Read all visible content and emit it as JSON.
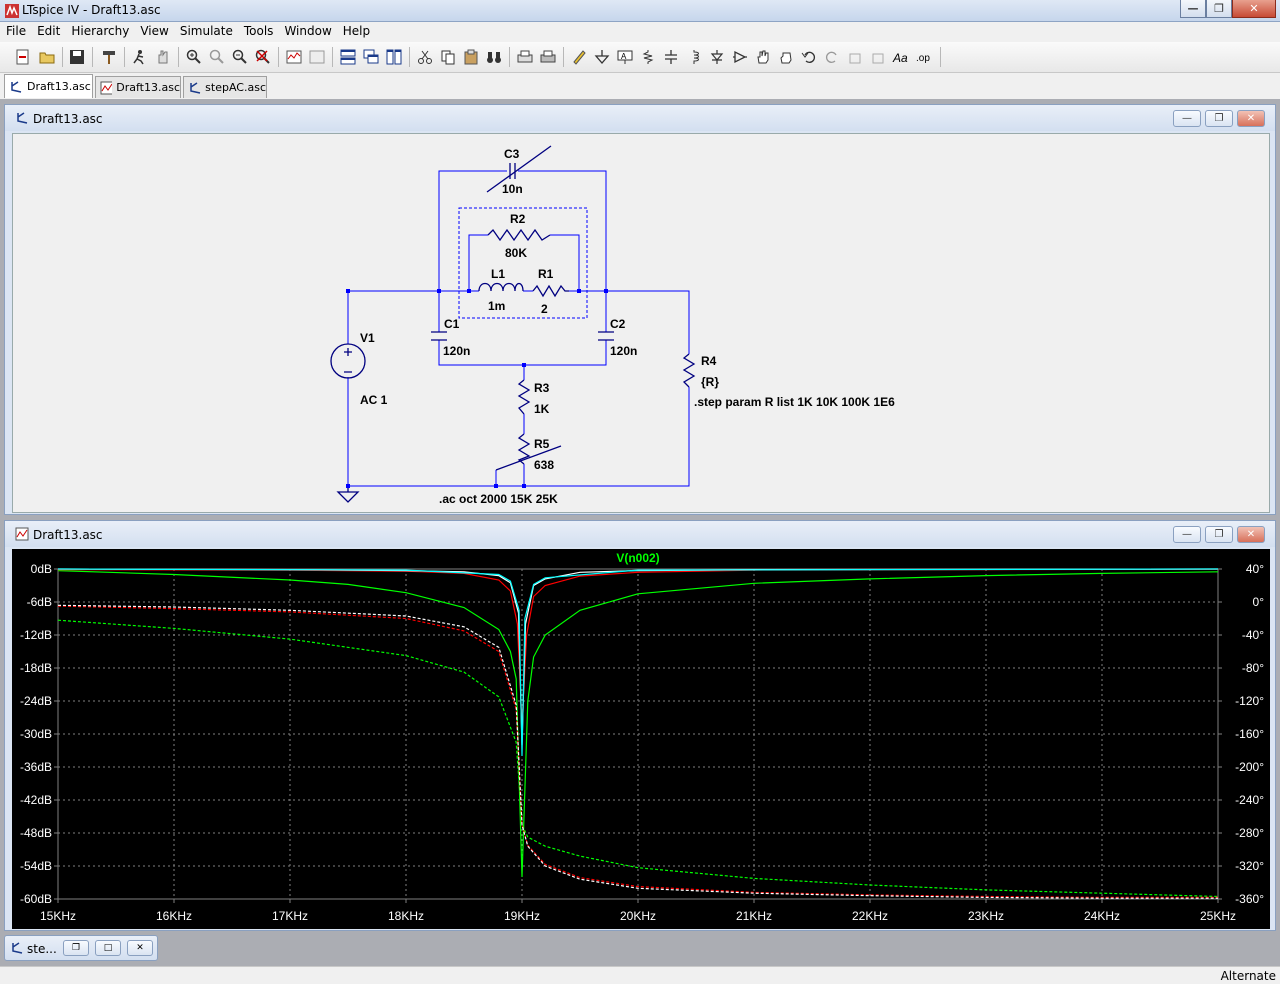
{
  "window": {
    "title": "LTspice IV - Draft13.asc"
  },
  "menu": [
    "File",
    "Edit",
    "Hierarchy",
    "View",
    "Simulate",
    "Tools",
    "Window",
    "Help"
  ],
  "toolbar": {
    "buttons": [
      "new-schematic",
      "open",
      "save",
      "control-panel",
      "run",
      "halt",
      "zoom-in",
      "zoom-pan",
      "zoom-out",
      "zoom-fit",
      "autorange",
      "zoom-cancel",
      "tile-horizontal",
      "cascade",
      "tile-vertical",
      "cut",
      "copy",
      "paste",
      "find",
      "print-preview",
      "print",
      "wire",
      "ground",
      "label-net",
      "resistor",
      "capacitor",
      "inductor",
      "diode",
      "component",
      "move",
      "drag",
      "undo",
      "redo",
      "rotate",
      "mirror",
      "text",
      "spice-directive"
    ]
  },
  "tabs": [
    {
      "label": "Draft13.asc",
      "kind": "schematic",
      "active": true
    },
    {
      "label": "Draft13.asc",
      "kind": "waveform",
      "active": false
    },
    {
      "label": "stepAC.asc",
      "kind": "schematic",
      "active": false
    }
  ],
  "schematic_window": {
    "title": "Draft13.asc",
    "components": {
      "c3": {
        "name": "C3",
        "value": "10n"
      },
      "r2": {
        "name": "R2",
        "value": "80K"
      },
      "l1": {
        "name": "L1",
        "value": "1m"
      },
      "r1": {
        "name": "R1",
        "value": "2"
      },
      "c1": {
        "name": "C1",
        "value": "120n"
      },
      "c2": {
        "name": "C2",
        "value": "120n"
      },
      "v1": {
        "name": "V1",
        "value": "AC 1"
      },
      "r3": {
        "name": "R3",
        "value": "1K"
      },
      "r4": {
        "name": "R4",
        "value": "{R}"
      },
      "r5": {
        "name": "R5",
        "value": "638"
      }
    },
    "directives": {
      "step": ".step param R list 1K 10K 100K 1E6",
      "ac": ".ac oct 2000 15K 25K"
    }
  },
  "waveform_window": {
    "title": "Draft13.asc",
    "trace_label": "V(n002)",
    "colors": {
      "trace": "#00ff00",
      "grid": "#808080",
      "background": "#000000",
      "curve_red": "#ff0000",
      "curve_cyan": "#00ffff",
      "curve_white": "#ffffff"
    }
  },
  "chart_data": {
    "type": "line",
    "title": "V(n002)",
    "xlabel": "",
    "ylabel": "",
    "x_scale": "linear",
    "x_ticks": [
      "15KHz",
      "16KHz",
      "17KHz",
      "18KHz",
      "19KHz",
      "20KHz",
      "21KHz",
      "22KHz",
      "23KHz",
      "24KHz",
      "25KHz"
    ],
    "y_ticks_left": [
      "0dB",
      "-6dB",
      "-12dB",
      "-18dB",
      "-24dB",
      "-30dB",
      "-36dB",
      "-42dB",
      "-48dB",
      "-54dB",
      "-60dB"
    ],
    "y_ticks_right": [
      "40°",
      "0°",
      "-40°",
      "-80°",
      "-120°",
      "-160°",
      "-200°",
      "-240°",
      "-280°",
      "-320°",
      "-360°"
    ],
    "xlim": [
      15000,
      25000
    ],
    "ylim": [
      -60,
      0
    ],
    "phase_lim": [
      -360,
      40
    ],
    "grid": true,
    "notch_frequency": 19000,
    "series": [
      {
        "color": "#00ff00",
        "kind": "magnitude",
        "x": [
          15000,
          16000,
          17000,
          17500,
          18000,
          18500,
          18800,
          18900,
          18950,
          19000,
          19050,
          19100,
          19200,
          19500,
          20000,
          21000,
          22000,
          23000,
          24000,
          25000
        ],
        "y": [
          -0.3,
          -1.0,
          -2.0,
          -2.8,
          -4.3,
          -7.0,
          -11.0,
          -15.0,
          -20.0,
          -56.0,
          -24.0,
          -16.0,
          -12.0,
          -7.5,
          -4.5,
          -2.6,
          -1.8,
          -1.2,
          -0.8,
          -0.5
        ]
      },
      {
        "color": "#ff0000",
        "kind": "magnitude",
        "x": [
          15000,
          17000,
          18000,
          18500,
          18800,
          18900,
          18960,
          19000,
          19040,
          19100,
          19200,
          19500,
          20000,
          21000,
          23000,
          25000
        ],
        "y": [
          -0.1,
          -0.2,
          -0.4,
          -0.8,
          -2.0,
          -4.0,
          -10.0,
          -28.0,
          -12.0,
          -5.0,
          -3.0,
          -1.3,
          -0.6,
          -0.2,
          -0.1,
          -0.05
        ]
      },
      {
        "color": "#ffffff",
        "kind": "magnitude",
        "x": [
          15000,
          17000,
          18000,
          18500,
          18800,
          18900,
          18970,
          19000,
          19030,
          19100,
          19200,
          19500,
          20000,
          21000,
          25000
        ],
        "y": [
          0,
          -0.1,
          -0.3,
          -0.5,
          -1.2,
          -2.5,
          -8.0,
          -32.0,
          -10.0,
          -3.0,
          -1.8,
          -0.6,
          -0.3,
          -0.1,
          0
        ]
      },
      {
        "color": "#00ffff",
        "kind": "magnitude",
        "x": [
          15000,
          18000,
          18800,
          18900,
          18975,
          19000,
          19025,
          19100,
          19200,
          20000,
          25000
        ],
        "y": [
          0,
          -0.2,
          -1.0,
          -2.2,
          -7.5,
          -34.0,
          -9.0,
          -2.8,
          -1.6,
          -0.2,
          0
        ]
      },
      {
        "color": "#00ff00",
        "kind": "phase",
        "x": [
          15000,
          16000,
          17000,
          18000,
          18500,
          18800,
          18950,
          19000,
          19050,
          19200,
          19500,
          20000,
          21000,
          22000,
          23000,
          24000,
          25000
        ],
        "y": [
          -22,
          -32,
          -45,
          -65,
          -85,
          -115,
          -170,
          -270,
          -285,
          -296,
          -308,
          -322,
          -335,
          -343,
          -349,
          -353,
          -357
        ]
      },
      {
        "color": "#ff0000",
        "kind": "phase",
        "x": [
          15000,
          16000,
          17000,
          18000,
          18500,
          18800,
          18950,
          19000,
          19050,
          19200,
          19500,
          20000,
          21000,
          22000,
          23000,
          24000,
          25000
        ],
        "y": [
          -5,
          -8,
          -12,
          -20,
          -35,
          -60,
          -130,
          -270,
          -295,
          -318,
          -334,
          -345,
          -352,
          -355,
          -357,
          -358,
          -358
        ]
      },
      {
        "color": "#ffffff",
        "kind": "phase",
        "x": [
          15000,
          16000,
          17000,
          18000,
          18500,
          18800,
          18950,
          19000,
          19050,
          19200,
          19500,
          20000,
          21000,
          22000,
          23000,
          24000,
          25000
        ],
        "y": [
          -4,
          -6,
          -10,
          -17,
          -30,
          -55,
          -125,
          -270,
          -296,
          -320,
          -336,
          -347,
          -353,
          -356,
          -358,
          -359,
          -359
        ]
      }
    ]
  },
  "taskbar": {
    "mini_label": "ste..."
  },
  "status": {
    "text": "Alternate"
  }
}
